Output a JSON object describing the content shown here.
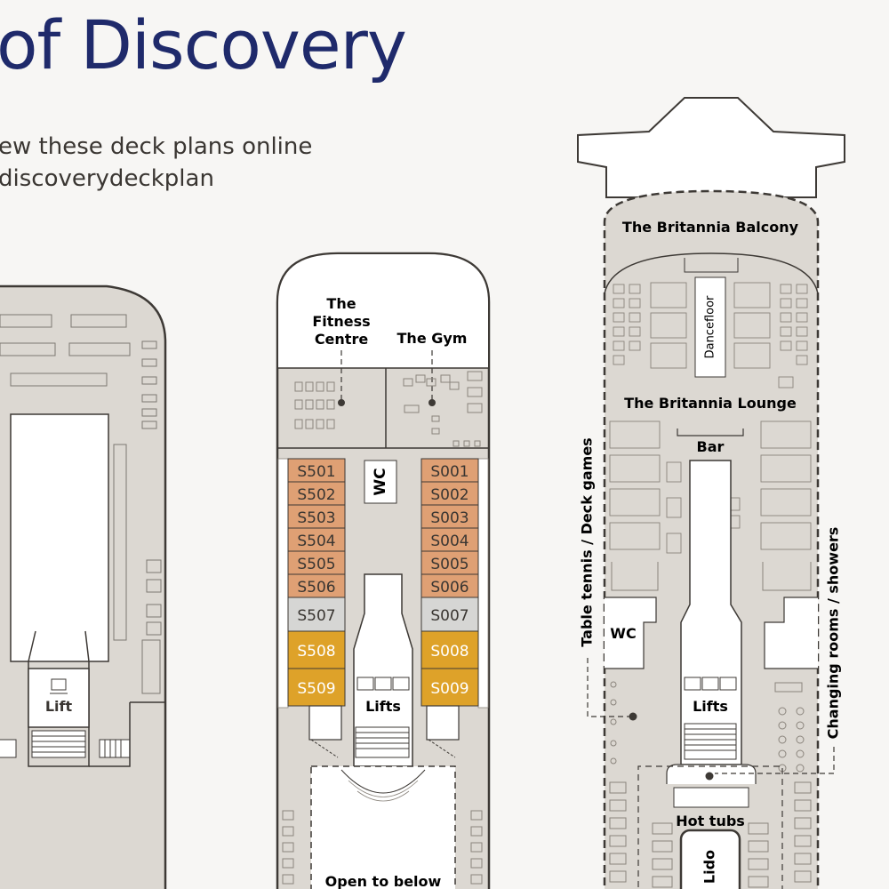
{
  "header": {
    "title": "of Discovery",
    "line1": "ew these deck plans online",
    "line2": "discoverydeckplan"
  },
  "deck_left": {
    "lift_label": "Lift"
  },
  "deck_middle": {
    "fitness_line1": "The",
    "fitness_line2": "Fitness",
    "fitness_line3": "Centre",
    "gym": "The Gym",
    "wc": "WC",
    "lifts": "Lifts",
    "open_below": "Open to below",
    "cabins_left": [
      "S501",
      "S502",
      "S503",
      "S504",
      "S505",
      "S506",
      "S507",
      "S508",
      "S509"
    ],
    "cabins_right": [
      "S001",
      "S002",
      "S003",
      "S004",
      "S005",
      "S006",
      "S007",
      "S008",
      "S009"
    ]
  },
  "deck_right": {
    "balcony": "The Britannia Balcony",
    "dancefloor": "Dancefloor",
    "lounge": "The Britannia Lounge",
    "bar": "Bar",
    "wc": "WC",
    "lifts": "Lifts",
    "hot_tubs": "Hot tubs",
    "lido": "Lido",
    "table_tennis": "Table tennis / Deck games",
    "changing": "Changing rooms / showers"
  },
  "colors": {
    "deck_fill": "#dcd8d2",
    "outline": "#3d3935",
    "cabin_orange": "#dfa074",
    "cabin_grey": "#d6d6d4",
    "cabin_gold": "#dea229",
    "title_navy": "#1f2a6b"
  }
}
